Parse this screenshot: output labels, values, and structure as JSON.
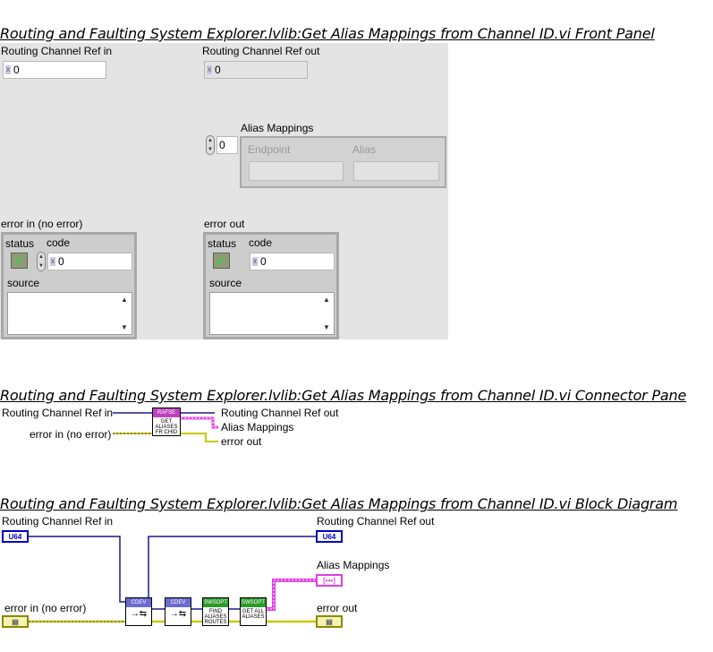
{
  "front_panel": {
    "title": "Routing and Faulting System Explorer.lvlib:Get Alias Mappings from Channel ID.vi Front Panel",
    "routing_ref_in_label": "Routing Channel Ref in",
    "routing_ref_in_value": "0",
    "routing_ref_out_label": "Routing Channel Ref out",
    "routing_ref_out_value": "0",
    "alias_mappings_label": "Alias Mappings",
    "alias_index_value": "0",
    "endpoint_label": "Endpoint",
    "alias_label": "Alias",
    "error_in_label": "error in (no error)",
    "error_out_label": "error out",
    "status_label": "status",
    "code_label": "code",
    "source_label": "source",
    "error_in_code": "0",
    "error_out_code": "0",
    "radix": "x",
    "check_glyph": "✓"
  },
  "connector_pane": {
    "title": "Routing and Faulting System Explorer.lvlib:Get Alias Mappings from Channel ID.vi Connector Pane",
    "in_ref": "Routing Channel Ref in",
    "in_error": "error in (no error)",
    "out_ref": "Routing Channel Ref out",
    "out_alias": "Alias Mappings",
    "out_error": "error out",
    "icon_header": "RAFSE",
    "icon_text": "GET ALIASES FR CHID"
  },
  "block_diagram": {
    "title": "Routing and Faulting System Explorer.lvlib:Get Alias Mappings from Channel ID.vi Block Diagram",
    "in_ref": "Routing Channel Ref in",
    "in_error": "error in (no error)",
    "out_ref": "Routing Channel Ref out",
    "out_alias": "Alias Mappings",
    "out_error": "error out",
    "u64": "U64",
    "node1_header": "CDEV",
    "node2_header": "CDEV",
    "node3_header": "SWSOPT",
    "node3_text": "FIND ALIASES ROUTES",
    "node4_header": "SWSOPT",
    "node4_text": "GET ALL ALIASES"
  },
  "colors": {
    "panel_bg": "#e4e4e4",
    "ref_wire": "#1a1a8c",
    "error_wire": "#c8c800",
    "alias_wire": "#e040e0",
    "u64_blue": "#0000c0"
  }
}
